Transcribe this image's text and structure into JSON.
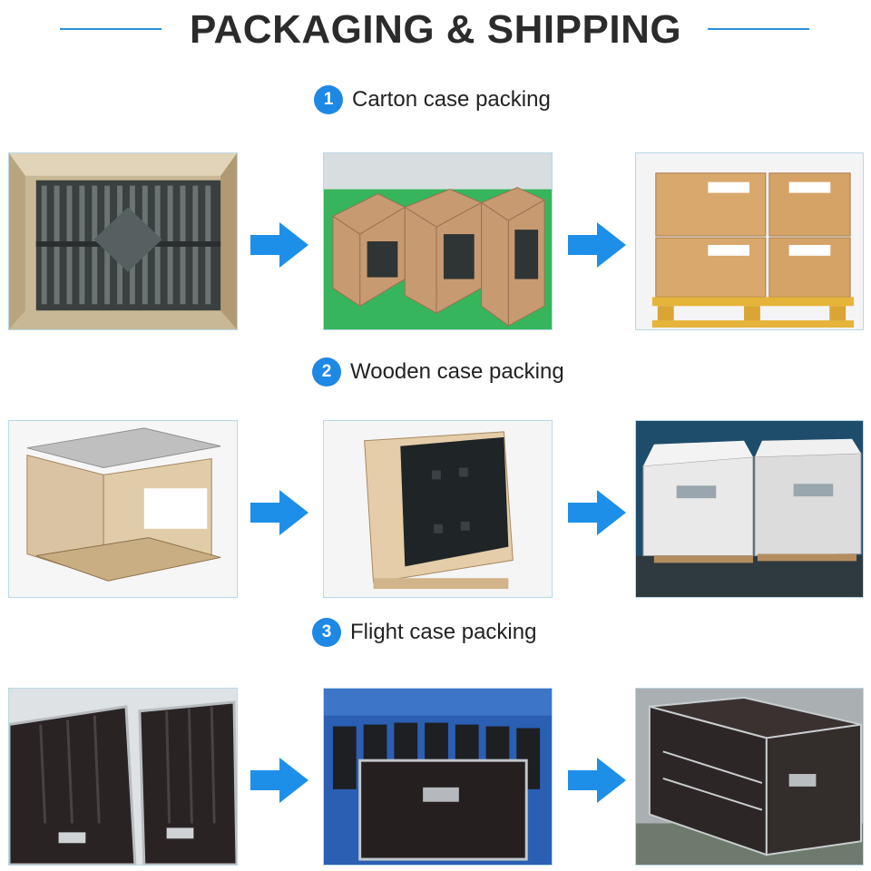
{
  "header": {
    "title": "PACKAGING & SHIPPING"
  },
  "sections": [
    {
      "number": "1",
      "label": "Carton case packing"
    },
    {
      "number": "2",
      "label": "Wooden case packing"
    },
    {
      "number": "3",
      "label": "Flight case packing"
    }
  ],
  "colors": {
    "accent": "#1e88e5",
    "header_line": "#2f8fd6",
    "arrow": "#1e8fe8"
  },
  "icons": {
    "arrow": "right-arrow-icon"
  }
}
